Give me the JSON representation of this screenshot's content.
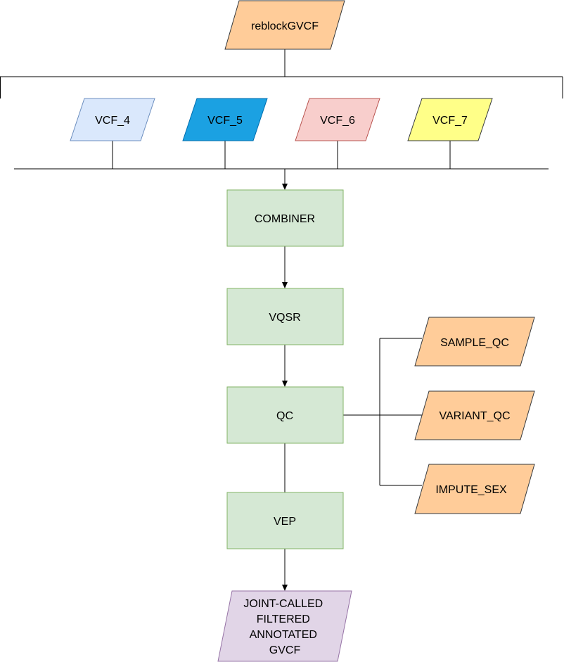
{
  "colors": {
    "orange_fill": "#ffcc99",
    "orange_stroke": "#36393d",
    "light_blue_fill": "#dae8fc",
    "light_blue_stroke": "#6c8ebf",
    "blue_fill": "#1ba1e2",
    "blue_stroke": "#006eaf",
    "pink_fill": "#f8cecc",
    "pink_stroke": "#b85450",
    "yellow_fill": "#ffff88",
    "yellow_stroke": "#36393d",
    "green_fill": "#d5e8d4",
    "green_stroke": "#82b366",
    "purple_fill": "#e1d5e7",
    "purple_stroke": "#9673a6",
    "line": "#000000"
  },
  "nodes": {
    "reblock": "reblockGVCF",
    "vcf4": "VCF_4",
    "vcf5": "VCF_5",
    "vcf6": "VCF_6",
    "vcf7": "VCF_7",
    "combiner": "COMBINER",
    "vqsr": "VQSR",
    "qc": "QC",
    "vep": "VEP",
    "sample_qc": "SAMPLE_QC",
    "variant_qc": "VARIANT_QC",
    "impute_sex": "IMPUTE_SEX",
    "output_lines": [
      "JOINT-CALLED",
      "FILTERED",
      "ANNOTATED",
      "GVCF"
    ]
  }
}
